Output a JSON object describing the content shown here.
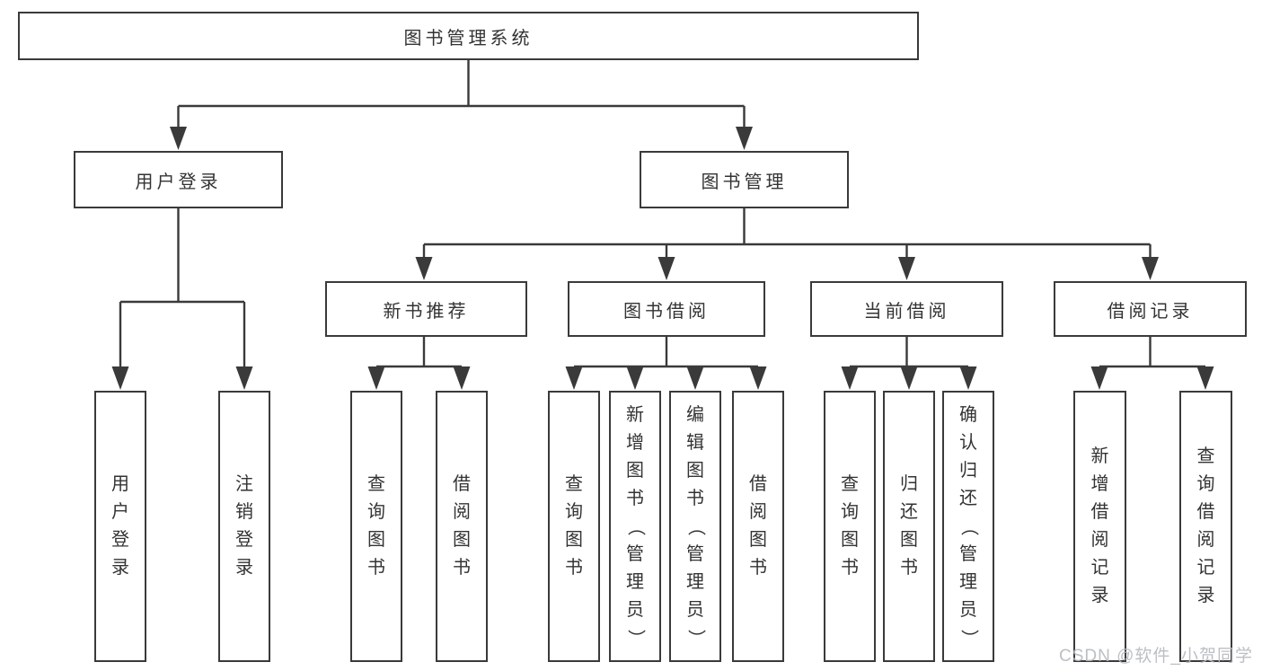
{
  "diagram_title": "图书管理系统",
  "tree": {
    "label": "图书管理系统",
    "children": [
      {
        "label": "用户登录",
        "children": [
          {
            "label": "用户登录"
          },
          {
            "label": "注销登录"
          }
        ]
      },
      {
        "label": "图书管理",
        "children": [
          {
            "label": "新书推荐",
            "children": [
              {
                "label": "查询图书"
              },
              {
                "label": "借阅图书"
              }
            ]
          },
          {
            "label": "图书借阅",
            "children": [
              {
                "label": "查询图书"
              },
              {
                "label": "新增图书（管理员）"
              },
              {
                "label": "编辑图书（管理员）"
              },
              {
                "label": "借阅图书"
              }
            ]
          },
          {
            "label": "当前借阅",
            "children": [
              {
                "label": "查询图书"
              },
              {
                "label": "归还图书"
              },
              {
                "label": "确认归还（管理员）"
              }
            ]
          },
          {
            "label": "借阅记录",
            "children": [
              {
                "label": "新增借阅记录"
              },
              {
                "label": "查询借阅记录"
              }
            ]
          }
        ]
      }
    ]
  },
  "watermark": {
    "text": "CSDN @软件_小贺同学"
  },
  "colors": {
    "line": "#3a3a3a",
    "text": "#333333",
    "background": "#ffffff",
    "watermark": "#b7babf"
  }
}
